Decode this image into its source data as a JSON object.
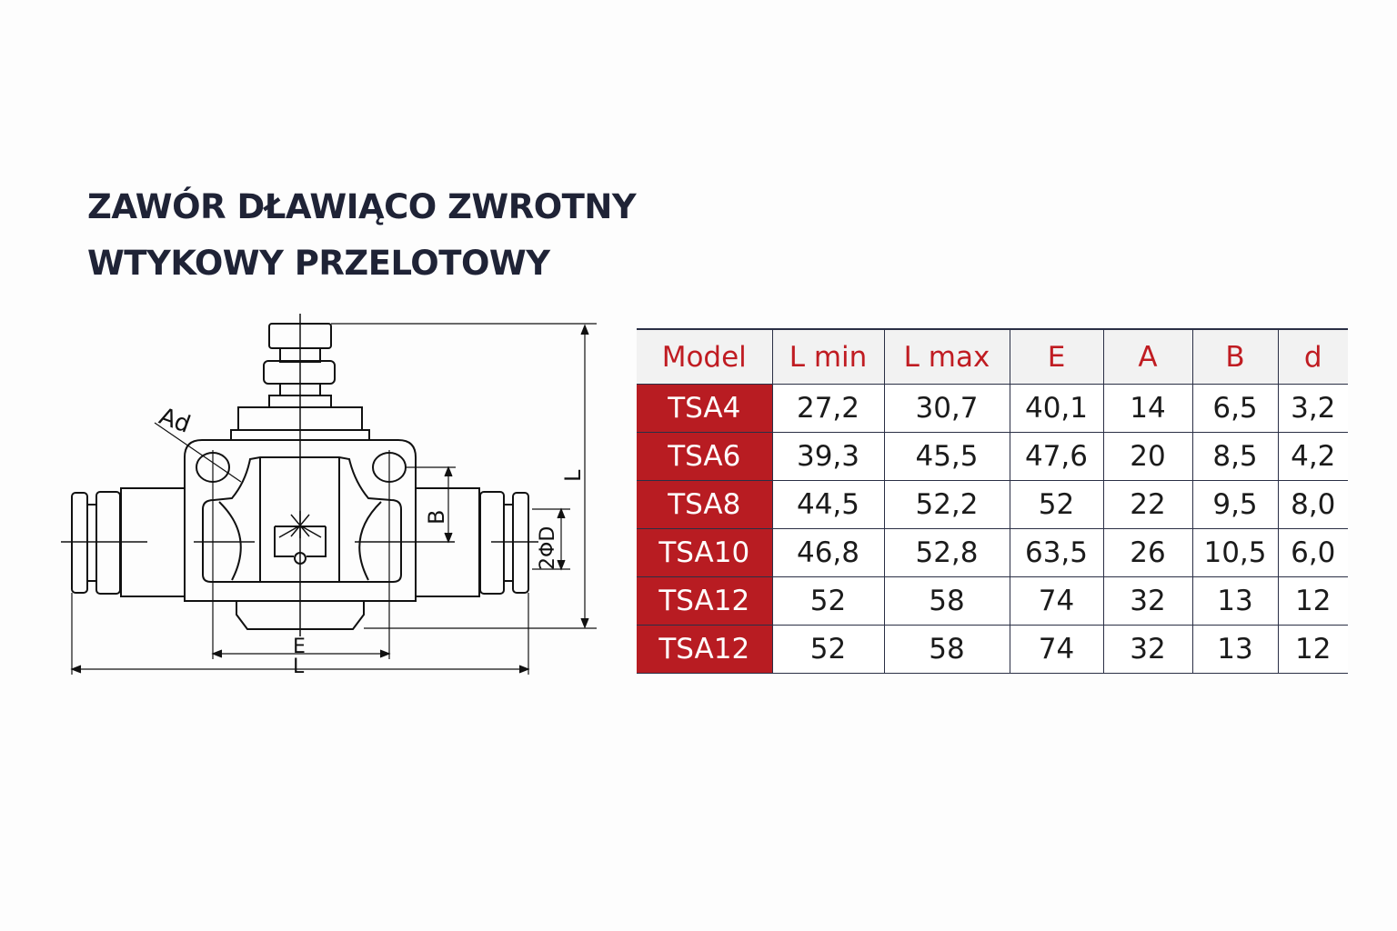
{
  "title": {
    "line1": "ZAWÓR DŁAWIĄCO ZWROTNY",
    "line2": "WTYKOWY PRZELOTOWY"
  },
  "drawing": {
    "labels": {
      "hole": "Ad",
      "b": "B",
      "diameter": "2ΦD",
      "length_vertical": "L",
      "e": "E",
      "length_horizontal": "L"
    }
  },
  "table": {
    "headers": [
      "Model",
      "L min",
      "L max",
      "E",
      "A",
      "B",
      "d"
    ],
    "rows": [
      [
        "TSA4",
        "27,2",
        "30,7",
        "40,1",
        "14",
        "6,5",
        "3,2"
      ],
      [
        "TSA6",
        "39,3",
        "45,5",
        "47,6",
        "20",
        "8,5",
        "4,2"
      ],
      [
        "TSA8",
        "44,5",
        "52,2",
        "52",
        "22",
        "9,5",
        "8,0"
      ],
      [
        "TSA10",
        "46,8",
        "52,8",
        "63,5",
        "26",
        "10,5",
        "6,0"
      ],
      [
        "TSA12",
        "52",
        "58",
        "74",
        "32",
        "13",
        "12"
      ],
      [
        "TSA12",
        "52",
        "58",
        "74",
        "32",
        "13",
        "12"
      ]
    ]
  },
  "colors": {
    "accent": "#b81c22",
    "title": "#1f2336",
    "border": "#2a2f45"
  }
}
